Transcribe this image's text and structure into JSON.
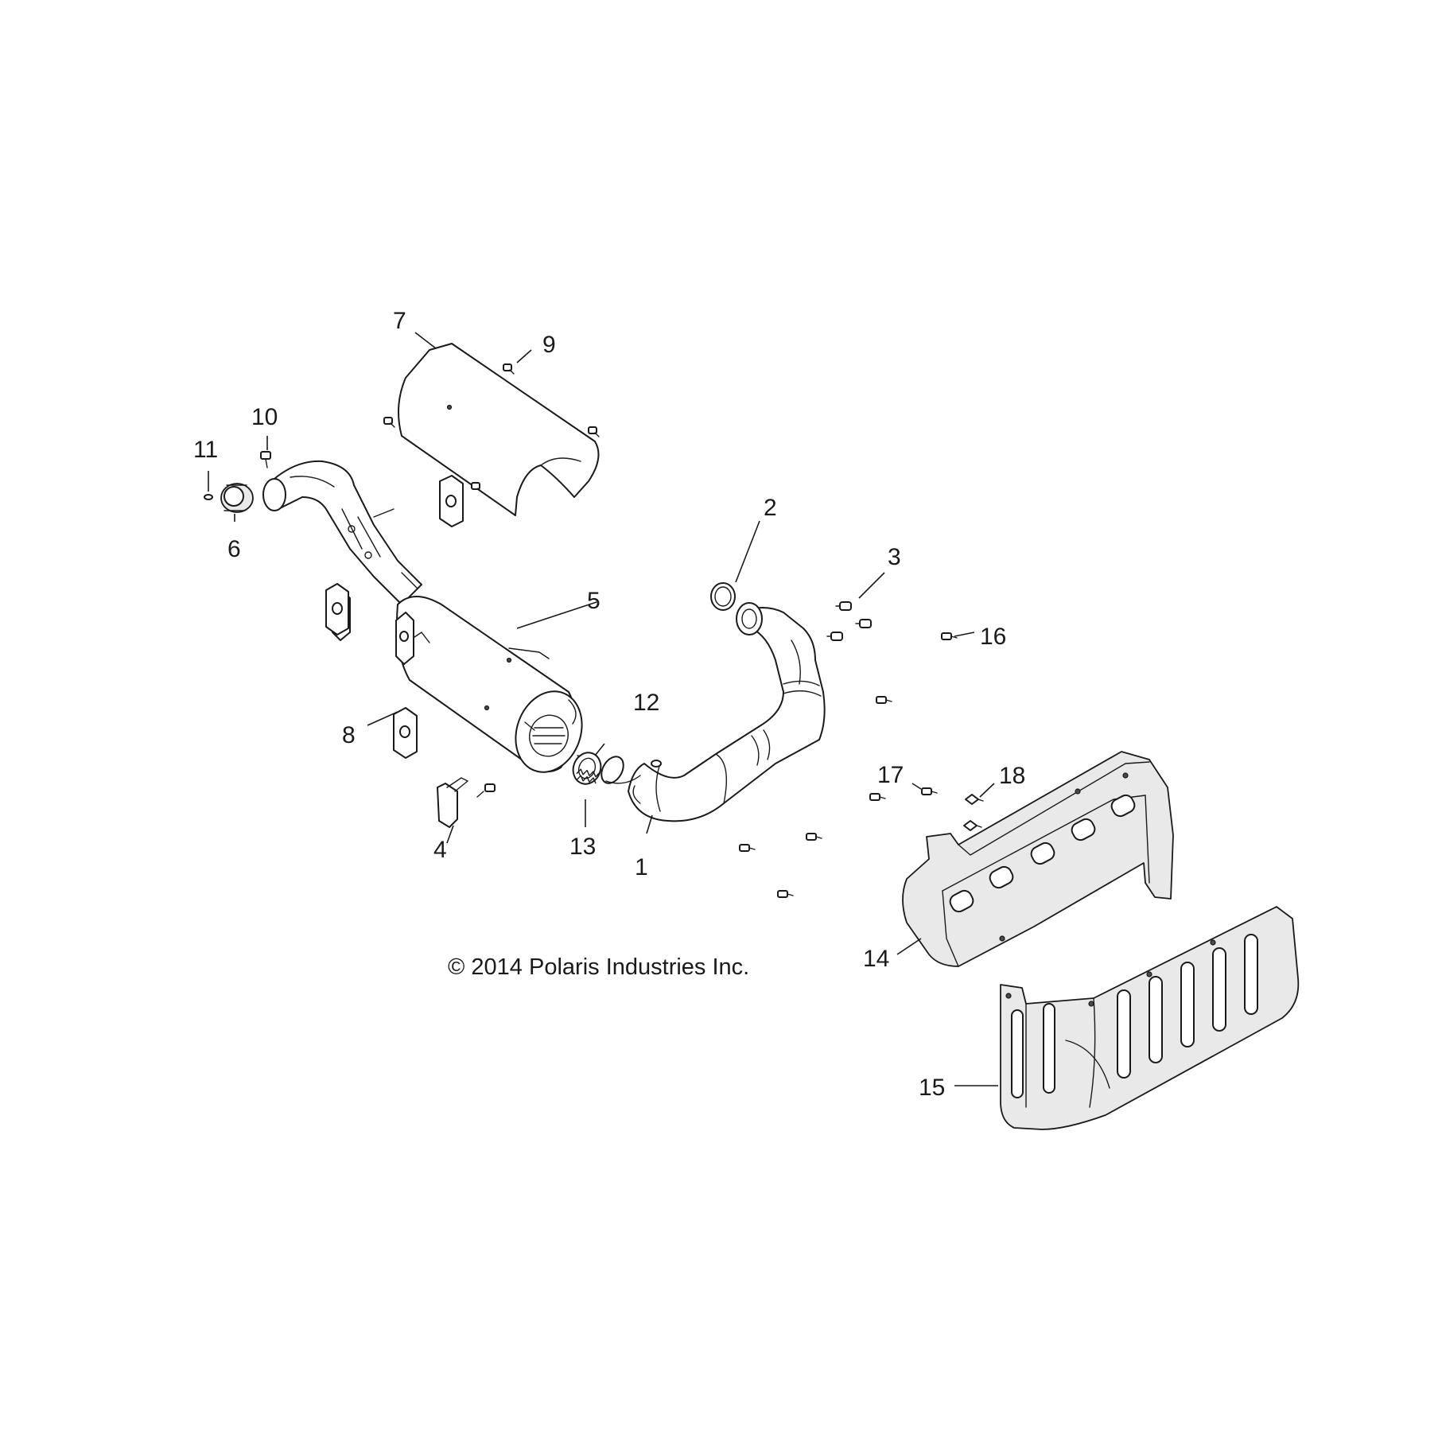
{
  "copyright": "© 2014 Polaris Industries Inc.",
  "callouts": {
    "c1": "1",
    "c2": "2",
    "c3": "3",
    "c4": "4",
    "c5": "5",
    "c6": "6",
    "c7": "7",
    "c8": "8",
    "c9": "9",
    "c10": "10",
    "c11": "11",
    "c12": "12",
    "c13": "13",
    "c14": "14",
    "c15": "15",
    "c16": "16",
    "c17": "17",
    "c18": "18"
  }
}
